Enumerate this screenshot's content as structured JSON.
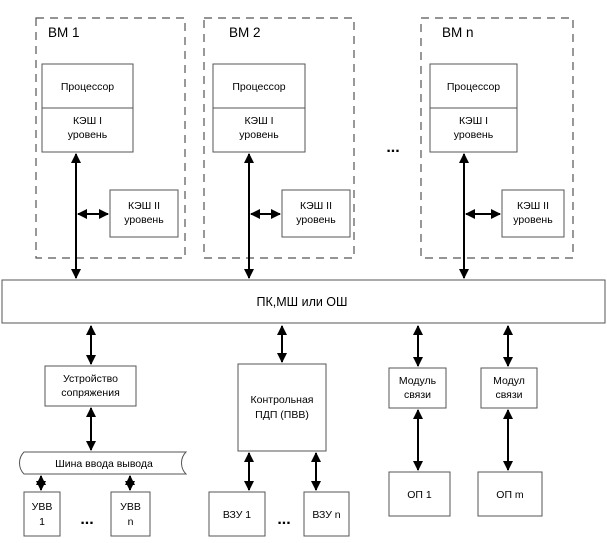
{
  "vms": [
    {
      "title": "ВМ 1",
      "processor": "Процессор",
      "cache1": [
        "КЭШ I",
        "уровень"
      ],
      "cache2": [
        "КЭШ II",
        "уровень"
      ]
    },
    {
      "title": "ВМ 2",
      "processor": "Процессор",
      "cache1": [
        "КЭШ I",
        "уровень"
      ],
      "cache2": [
        "КЭШ II",
        "уровень"
      ]
    },
    {
      "title": "ВМ n",
      "processor": "Процессор",
      "cache1": [
        "КЭШ I",
        "уровень"
      ],
      "cache2": [
        "КЭШ II",
        "уровень"
      ]
    }
  ],
  "vm_ellipsis": "...",
  "bus": "ПК,МШ или ОШ",
  "interface": [
    "Устройство",
    "сопряжения"
  ],
  "io_bus": "Шина ввода вывода",
  "io_devices": [
    [
      "УВВ",
      "1"
    ],
    [
      "УВВ",
      "n"
    ]
  ],
  "io_ellipsis": "...",
  "dma": [
    "Контрольная",
    "ПДП (ПВВ)"
  ],
  "ext_storage": [
    "ВЗУ 1",
    "ВЗУ n"
  ],
  "ext_ellipsis": "...",
  "comm_modules": [
    [
      "Модуль",
      "связи"
    ],
    [
      "Модул",
      "связи"
    ]
  ],
  "memory": [
    "ОП 1",
    "ОП m"
  ]
}
